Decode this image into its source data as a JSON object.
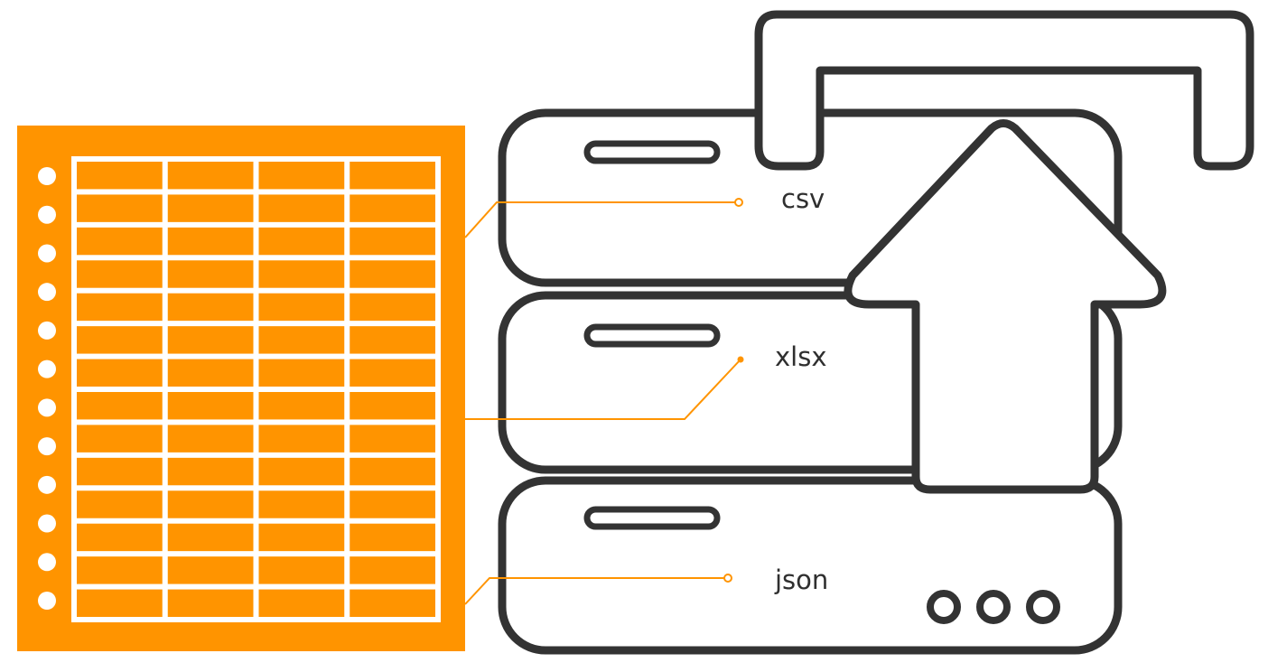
{
  "colors": {
    "accent": "#FF9400",
    "outline": "#333333",
    "background": "#FFFFFF"
  },
  "spreadsheet": {
    "icon": "spreadsheet-icon",
    "rows": 14,
    "columns": 4,
    "binding_holes": 12
  },
  "servers": [
    {
      "label": "csv",
      "icon": "server-unit-icon"
    },
    {
      "label": "xlsx",
      "icon": "server-unit-icon"
    },
    {
      "label": "json",
      "icon": "server-unit-icon"
    }
  ],
  "upload_arrow": {
    "icon": "upload-arrow-icon"
  },
  "server_status_lights": 3
}
